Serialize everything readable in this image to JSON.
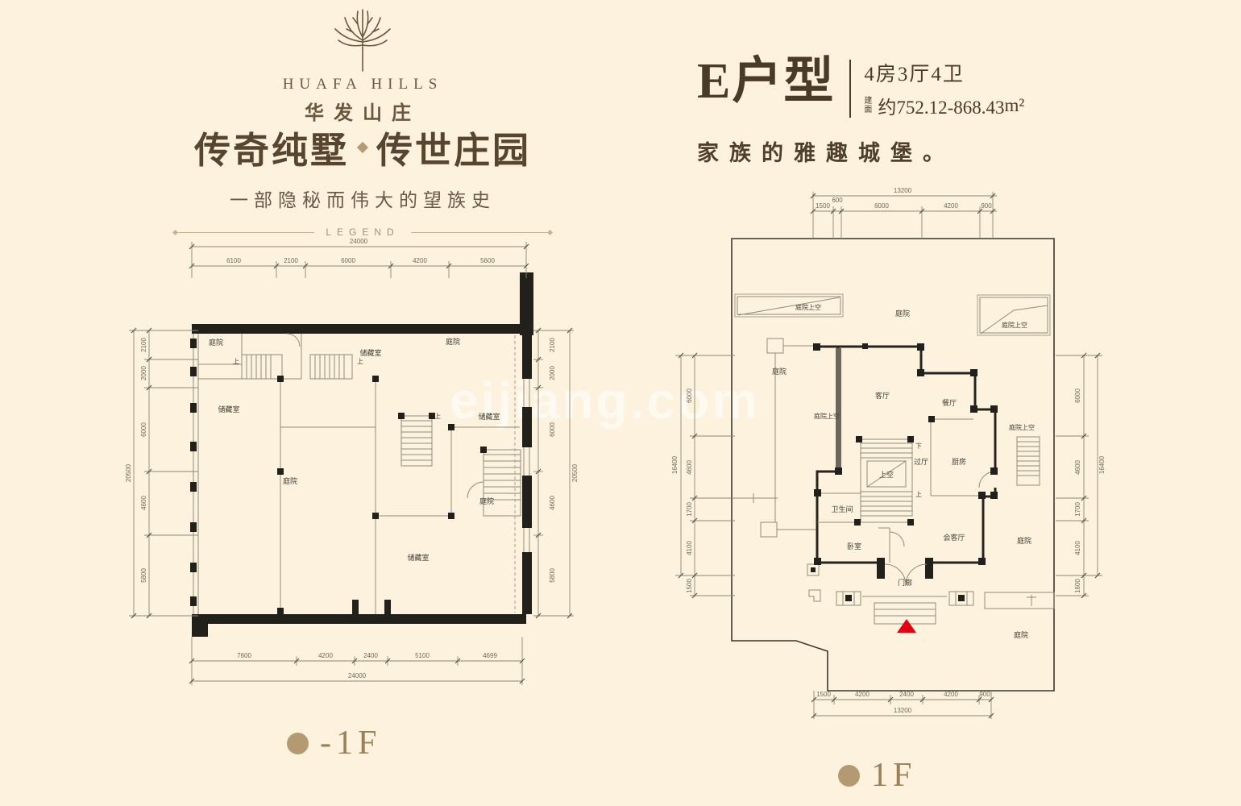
{
  "brand": {
    "name_en": "HUAFA HILLS",
    "name_cn": "华发山庄"
  },
  "hero": {
    "title_left": "传奇纯墅",
    "title_right": "传世庄园",
    "subtitle": "一部隐秘而伟大的望族史",
    "legend": "LEGEND"
  },
  "unit": {
    "name": "E户型",
    "layout": "4房3厅4卫",
    "area_label": "建面",
    "area_value": "约752.12-868.43",
    "area_unit": "m²",
    "tagline": "家族的雅趣城堡。"
  },
  "watermark": "eijiang.com",
  "footer": {
    "basement_label": "-1F",
    "first_label": "1F"
  },
  "glyphs": {
    "up": "上",
    "down": "下"
  },
  "plans": {
    "basement": {
      "rooms": [
        "庭院",
        "储藏室",
        "庭院",
        "储藏室",
        "储藏室",
        "庭院",
        "庭院",
        "储藏室"
      ],
      "dims_top": {
        "total": "24000",
        "segments": [
          "6100",
          "2100",
          "6000",
          "4200",
          "5600"
        ]
      },
      "dims_bottom": {
        "total": "24000",
        "segments": [
          "7600",
          "4200",
          "2400",
          "5100",
          "4699"
        ]
      },
      "dims_left": {
        "total": "20500",
        "segments": [
          "2100",
          "2000",
          "6000",
          "4600",
          "5800"
        ]
      },
      "dims_right": {
        "total": "20500",
        "segments": [
          "2100",
          "2000",
          "6000",
          "4600",
          "5800"
        ]
      }
    },
    "first": {
      "rooms": [
        "庭院上空",
        "庭院",
        "庭院上空",
        "庭院",
        "客厅",
        "餐厅",
        "庭院上空",
        "上空",
        "过厅",
        "厨房",
        "庭院上空",
        "卫生间",
        "卧室",
        "会客厅",
        "庭院",
        "门廊",
        "庭院"
      ],
      "dims_top": {
        "total": "13200",
        "segments": [
          "1500",
          "600",
          "6000",
          "4200",
          "900"
        ]
      },
      "dims_bottom": {
        "total": "13200",
        "segments": [
          "1500",
          "4200",
          "2400",
          "4200",
          "900"
        ]
      },
      "dims_left": {
        "total": "16400",
        "segments": [
          "6000",
          "4600",
          "1700",
          "4100",
          "1500"
        ]
      },
      "dims_right": {
        "total": "16400",
        "segments": [
          "6000",
          "4600",
          "1700",
          "4100",
          "1600"
        ]
      }
    }
  }
}
